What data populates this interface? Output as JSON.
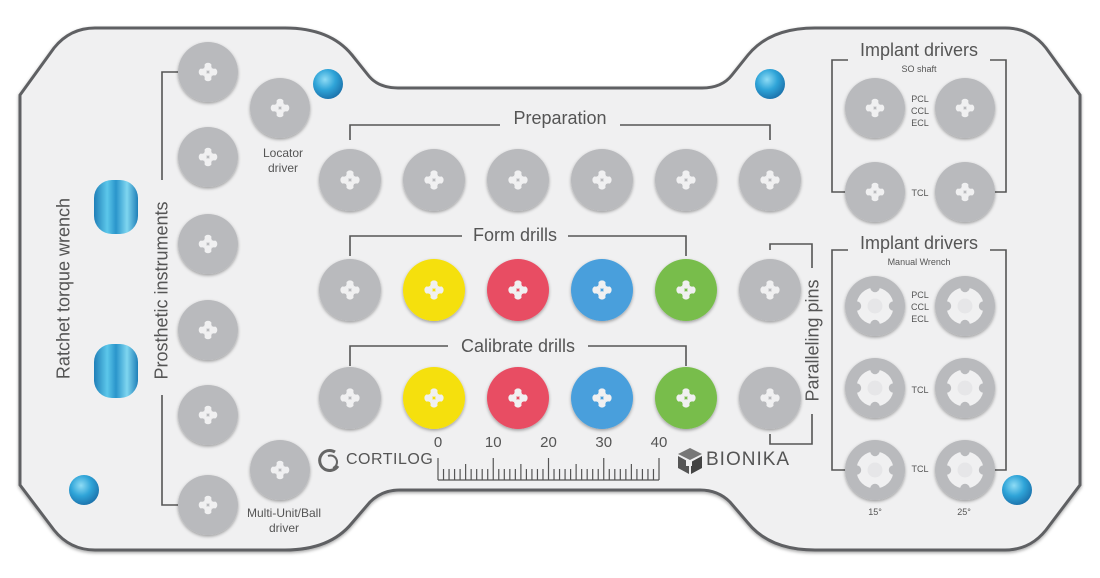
{
  "sections": {
    "ratchet": "Ratchet torque wrench",
    "prosthetic": "Prosthetic instruments",
    "locator": [
      "Locator",
      "driver"
    ],
    "multiunit": [
      "Multi-Unit/Ball",
      "driver"
    ],
    "preparation": "Preparation",
    "form_drills": "Form drills",
    "calibrate_drills": "Calibrate drills",
    "paralleling_pins": "Paralleling pins",
    "implant_drivers_1": "Implant drivers",
    "implant_drivers_1_sub": "SO shaft",
    "implant_drivers_2": "Implant drivers",
    "implant_drivers_2_sub": "Manual Wrench"
  },
  "driver_labels": {
    "pcl": "PCL",
    "ccl": "CCL",
    "ecl": "ECL",
    "tcl": "TCL",
    "angle_15": "15°",
    "angle_25": "25°"
  },
  "brands": {
    "cortilog": "CORTILOG",
    "bionika": "BIONIKA"
  },
  "ruler": {
    "labels": [
      "0",
      "10",
      "20",
      "30",
      "40"
    ]
  },
  "colors": {
    "tray_fill": "#f0f0f1",
    "tray_edge": "#5f6063",
    "socket": "#b9babd",
    "yellow": "#f5e00f",
    "red": "#e84d64",
    "blue": "#4a9fdc",
    "green": "#78bd4c",
    "cyan_pin": "#3aa9d6"
  }
}
